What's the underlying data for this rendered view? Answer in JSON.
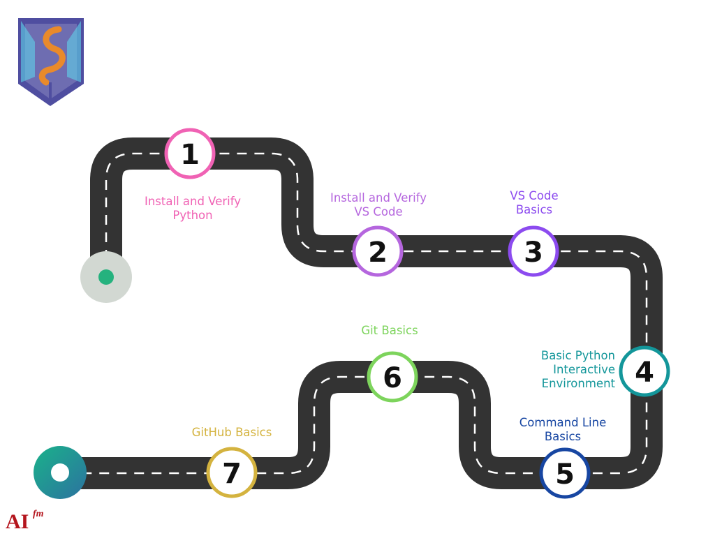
{
  "milestones": [
    {
      "number": "1",
      "label_lines": [
        "Install and Verify",
        "Python"
      ],
      "color": "#f062b4"
    },
    {
      "number": "2",
      "label_lines": [
        "Install and Verify",
        "VS Code"
      ],
      "color": "#b566de"
    },
    {
      "number": "3",
      "label_lines": [
        "VS Code",
        "Basics"
      ],
      "color": "#8c4bef"
    },
    {
      "number": "4",
      "label_lines": [
        "Basic Python",
        "Interactive",
        "Environment"
      ],
      "color": "#13969a"
    },
    {
      "number": "5",
      "label_lines": [
        "Command Line",
        "Basics"
      ],
      "color": "#1746a2"
    },
    {
      "number": "6",
      "label_lines": [
        "Git Basics"
      ],
      "color": "#7dd45c"
    },
    {
      "number": "7",
      "label_lines": [
        "GitHub Basics"
      ],
      "color": "#d4b33f"
    }
  ],
  "colors": {
    "road": "#333333",
    "dash": "#ffffff",
    "start_marker": "#d2d8d2",
    "start_dot": "#25b27e",
    "end_gradient": [
      "#1ab28a",
      "#2c72a0"
    ],
    "logo_shield": "#4f4ea0",
    "logo_accent": "#e98a2b",
    "logo_cyan": "#5fd3ea",
    "brand_text": "#b4151d"
  },
  "brand": {
    "main": "AI",
    "suffix": "fm"
  },
  "icons": {
    "logo": "shield-logo-icon"
  }
}
